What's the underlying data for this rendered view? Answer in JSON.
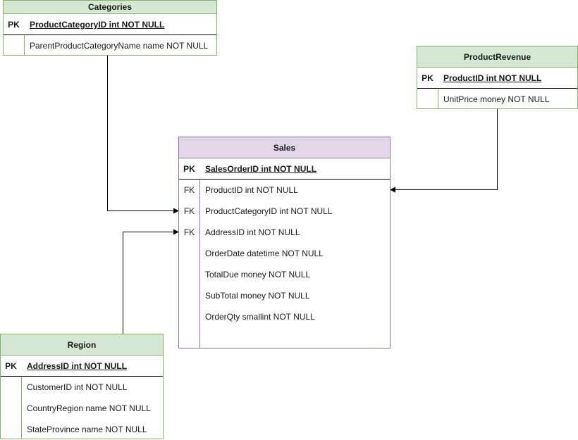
{
  "tables": {
    "categories": {
      "title": "Categories",
      "rows": [
        {
          "key": "PK",
          "text": "ProductCategoryID int NOT NULL"
        },
        {
          "key": "",
          "text": "ParentProductCategoryName name NOT NULL"
        }
      ]
    },
    "product_revenue": {
      "title": "ProductRevenue",
      "rows": [
        {
          "key": "PK",
          "text": "ProductID int NOT NULL"
        },
        {
          "key": "",
          "text": "UnitPrice money NOT NULL"
        }
      ]
    },
    "sales": {
      "title": "Sales",
      "rows": [
        {
          "key": "PK",
          "text": "SalesOrderID int NOT NULL"
        },
        {
          "key": "FK",
          "text": "ProductID int NOT NULL"
        },
        {
          "key": "FK",
          "text": "ProductCategoryID int NOT NULL"
        },
        {
          "key": "FK",
          "text": "AddressID int NOT NULL"
        },
        {
          "key": "",
          "text": "OrderDate datetime NOT NULL"
        },
        {
          "key": "",
          "text": "TotalDue money NOT NULL"
        },
        {
          "key": "",
          "text": "SubTotal money NOT NULL"
        },
        {
          "key": "",
          "text": "OrderQty smallint NOT NULL"
        }
      ]
    },
    "region": {
      "title": "Region",
      "rows": [
        {
          "key": "PK",
          "text": "AddressID int NOT NULL"
        },
        {
          "key": "",
          "text": "CustomerID int NOT NULL"
        },
        {
          "key": "",
          "text": "CountryRegion name NOT NULL"
        },
        {
          "key": "",
          "text": "StateProvince name NOT NULL"
        }
      ]
    }
  },
  "colors": {
    "green_fill": "#d5e8d4",
    "green_stroke": "#82b366",
    "purple_fill": "#e1d5e7",
    "purple_stroke": "#9673a6",
    "connector": "#000000"
  }
}
